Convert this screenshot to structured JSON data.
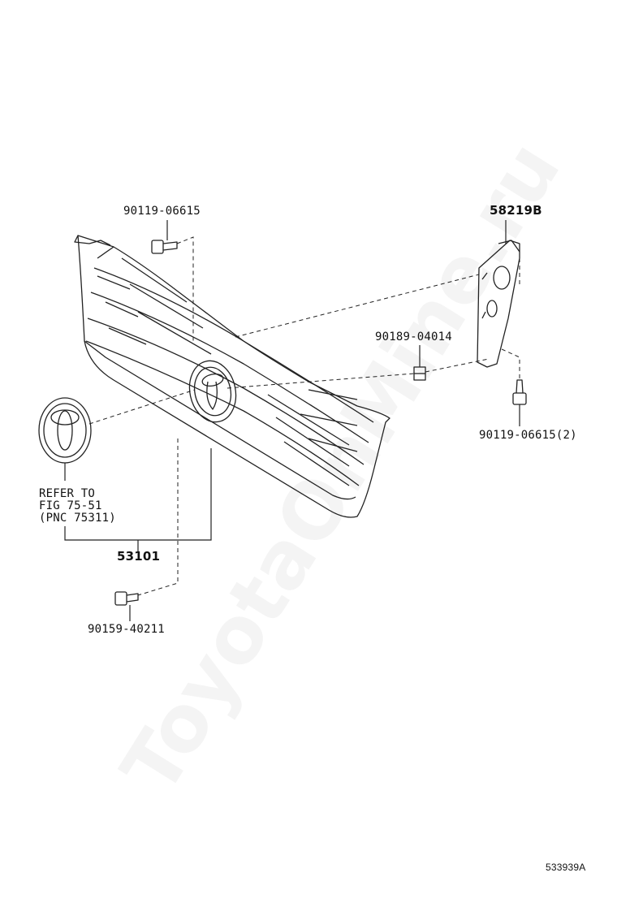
{
  "watermark": "ToyotaOnMine.ru",
  "labels": {
    "bolt_top": "90119-06615",
    "bracket": "58219B",
    "clip": "90189-04014",
    "bolt_right": "90119-06615(2)",
    "refer_line1": "REFER TO",
    "refer_line2": "FIG 75-51",
    "refer_line3": "(PNC 75311)",
    "grille": "53101",
    "bolt_bottom": "90159-40211"
  },
  "diagram_code": "533939A"
}
